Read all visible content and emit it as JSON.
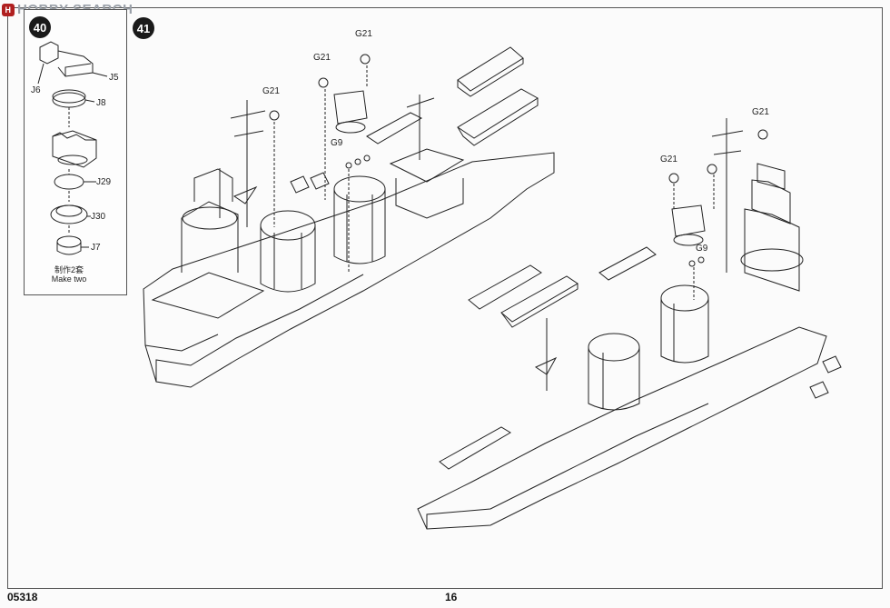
{
  "watermark": {
    "logo_text": "H",
    "text": "HOBBY SEARCH"
  },
  "steps": {
    "a": "40",
    "b": "41"
  },
  "inset": {
    "parts": [
      "J5",
      "J6",
      "J8",
      "J29",
      "J30",
      "J7"
    ],
    "note_cn": "制作2套",
    "note_en": "Make two"
  },
  "callouts": {
    "g21_a": "G21",
    "g21_b": "G21",
    "g21_c": "G21",
    "g21_d": "G21",
    "g9_a": "G9",
    "g9_b": "G9"
  },
  "footer": {
    "code": "05318",
    "page": "16"
  }
}
